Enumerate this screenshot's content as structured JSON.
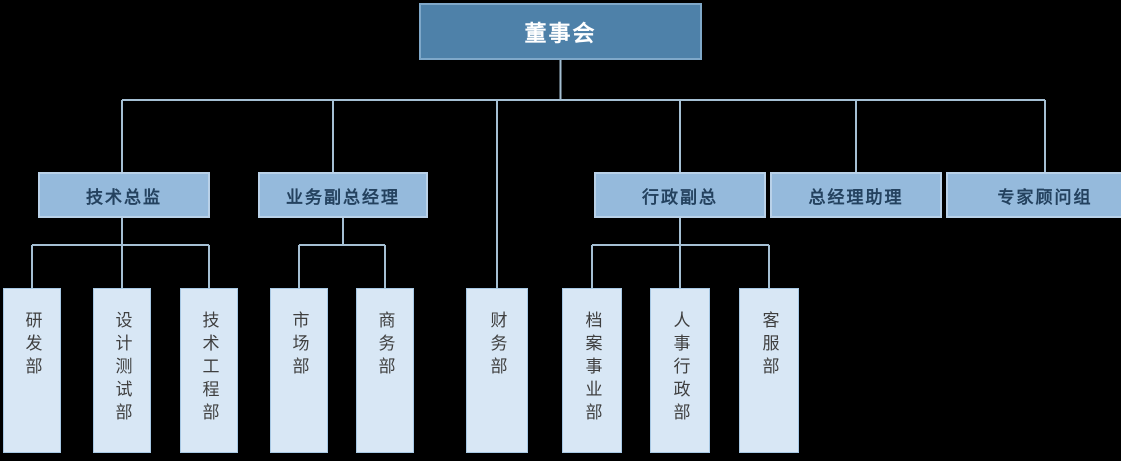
{
  "org": {
    "root": {
      "label": "董事会"
    },
    "executives": [
      {
        "label": "技术总监",
        "reports_to": "董事会"
      },
      {
        "label": "业务副总经理",
        "reports_to": "董事会"
      },
      {
        "label": "行政副总",
        "reports_to": "董事会"
      },
      {
        "label": "总经理助理",
        "reports_to": "董事会"
      },
      {
        "label": "专家顾问组",
        "reports_to": "董事会"
      }
    ],
    "departments": [
      {
        "label": "研发部",
        "reports_to": "技术总监"
      },
      {
        "label": "设计测试部",
        "reports_to": "技术总监"
      },
      {
        "label": "技术工程部",
        "reports_to": "技术总监"
      },
      {
        "label": "市场部",
        "reports_to": "业务副总经理"
      },
      {
        "label": "商务部",
        "reports_to": "业务副总经理"
      },
      {
        "label": "财务部",
        "reports_to": "董事会"
      },
      {
        "label": "档案事业部",
        "reports_to": "行政副总"
      },
      {
        "label": "人事行政部",
        "reports_to": "行政副总"
      },
      {
        "label": "客服部",
        "reports_to": "行政副总"
      }
    ]
  },
  "colors": {
    "background": "#000000",
    "connector": "#A5BFD3",
    "root_fill": "#4E81A9",
    "root_border": "#7FA8C9",
    "root_text": "#FFFFFF",
    "executive_fill": "#95BADC",
    "executive_border": "#B9D1E8",
    "executive_text": "#24425F",
    "department_fill": "#D8E7F5",
    "department_border": "#A7C8E4",
    "department_text": "#3F3F3F"
  }
}
